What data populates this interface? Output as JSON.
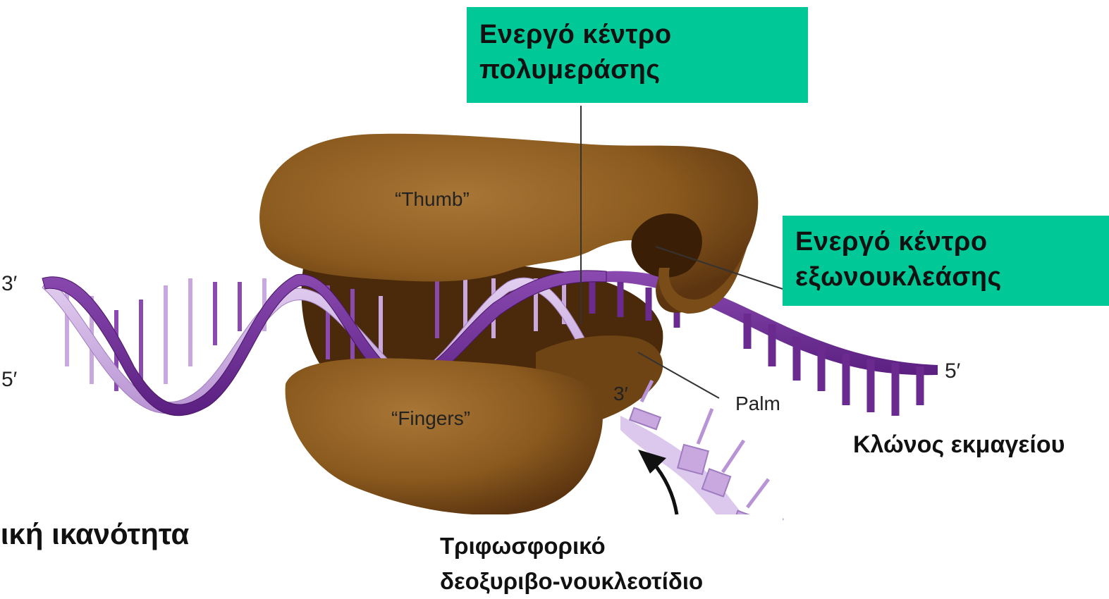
{
  "labels": {
    "polymerase_site": [
      "Ενεργό κέντρο",
      "πολυμεράσης"
    ],
    "exonuclease_site": [
      "Ενεργό κέντρο",
      "εξωνουκλεάσης"
    ],
    "template_strand": "Κλώνος εκμαγείου",
    "dntp": [
      "Τριφωσφορικό",
      "δεοξυριβο-νουκλεοτίδιο"
    ],
    "partial_caption": "τική ικανότητα"
  },
  "domains": {
    "thumb": "“Thumb”",
    "fingers": "“Fingers”",
    "palm": "Palm"
  },
  "strand_ends": {
    "left_top": "3′",
    "left_bottom": "5′",
    "right": "5′",
    "primer": "3′"
  },
  "colors": {
    "label_background": "#00c896",
    "protein": "#8b5a1e",
    "protein_dark": "#4a2a0a",
    "dna_dark": "#6b2a8f",
    "dna_light": "#c9a8e0"
  }
}
